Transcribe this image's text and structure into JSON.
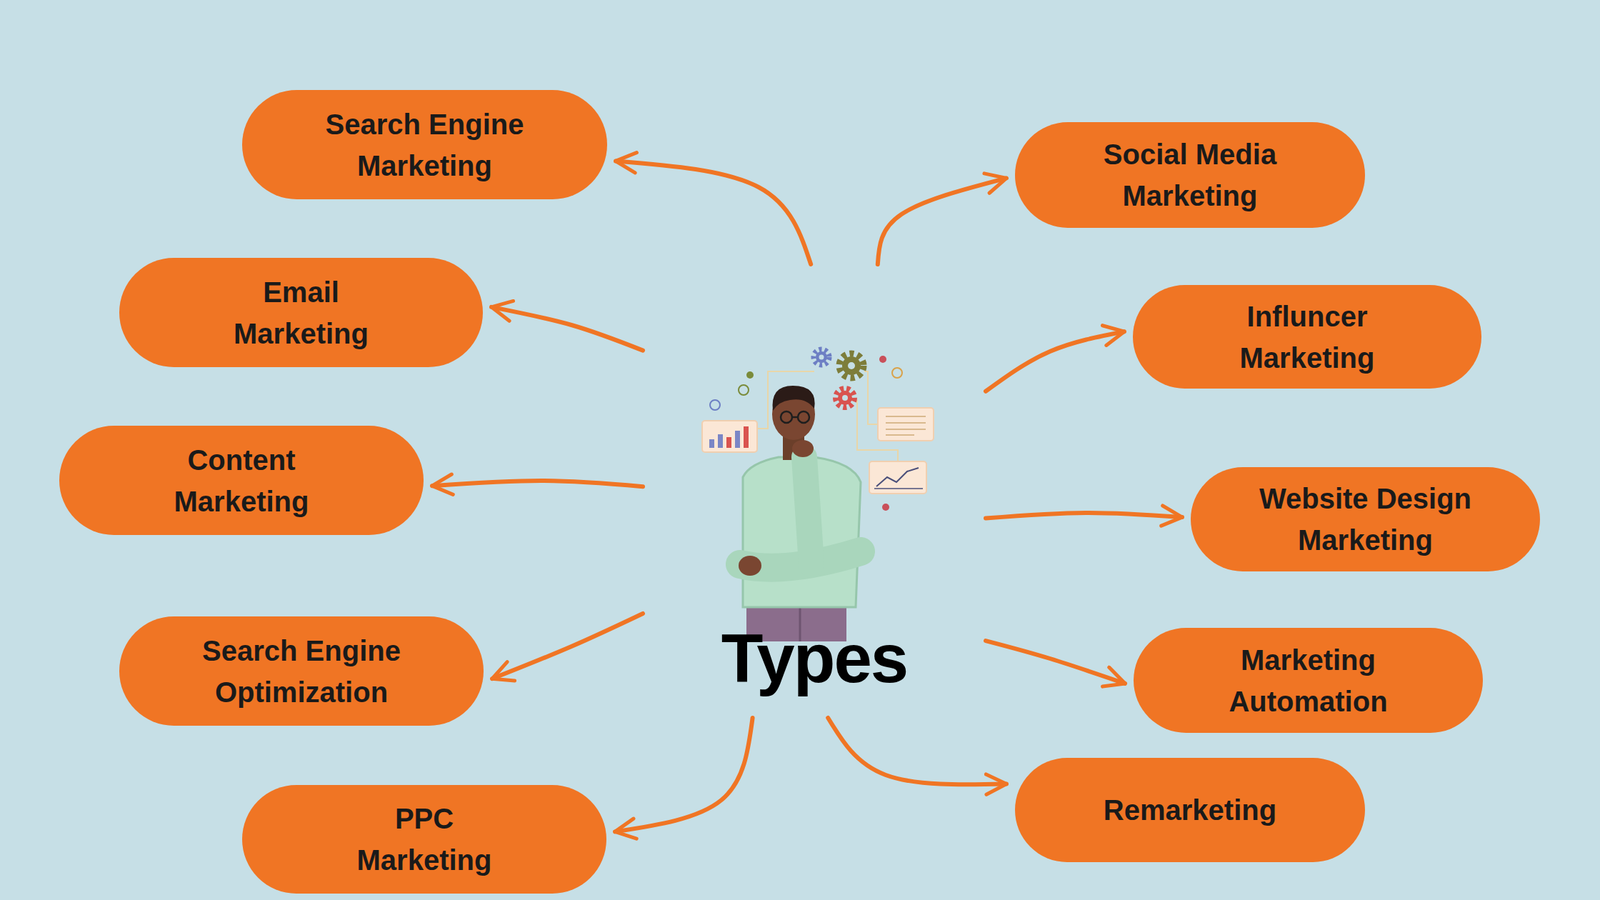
{
  "diagram": {
    "nodes": [
      {
        "text": [
          "Search Engine Marketing"
        ]
      },
      {
        "text": [
          "Social Media Marketing"
        ]
      },
      {
        "text": [
          "Email Marketing"
        ]
      },
      {
        "text": [
          "Influncer Marketing"
        ]
      },
      {
        "text": [
          "Content Marketing"
        ]
      },
      {
        "text": [
          "Website Design Marketing"
        ]
      },
      {
        "text": [
          "Search Engine Optimization"
        ]
      },
      {
        "text": [
          "Marketing Automation"
        ]
      },
      {
        "text": [
          "PPC Marketing"
        ]
      },
      {
        "text": [
          "Remarketing"
        ]
      },
      {
        "text": [
          "Types"
        ]
      }
    ],
    "edges": [
      {
        "from": 10,
        "to": 0,
        "arrow": "to"
      },
      {
        "from": 10,
        "to": 1,
        "arrow": "to"
      },
      {
        "from": 10,
        "to": 2,
        "arrow": "to"
      },
      {
        "from": 10,
        "to": 3,
        "arrow": "to"
      },
      {
        "from": 10,
        "to": 4,
        "arrow": "to"
      },
      {
        "from": 10,
        "to": 5,
        "arrow": "to"
      },
      {
        "from": 10,
        "to": 6,
        "arrow": "to"
      },
      {
        "from": 10,
        "to": 7,
        "arrow": "to"
      },
      {
        "from": 10,
        "to": 8,
        "arrow": "to"
      },
      {
        "from": 10,
        "to": 9,
        "arrow": "to"
      }
    ]
  }
}
